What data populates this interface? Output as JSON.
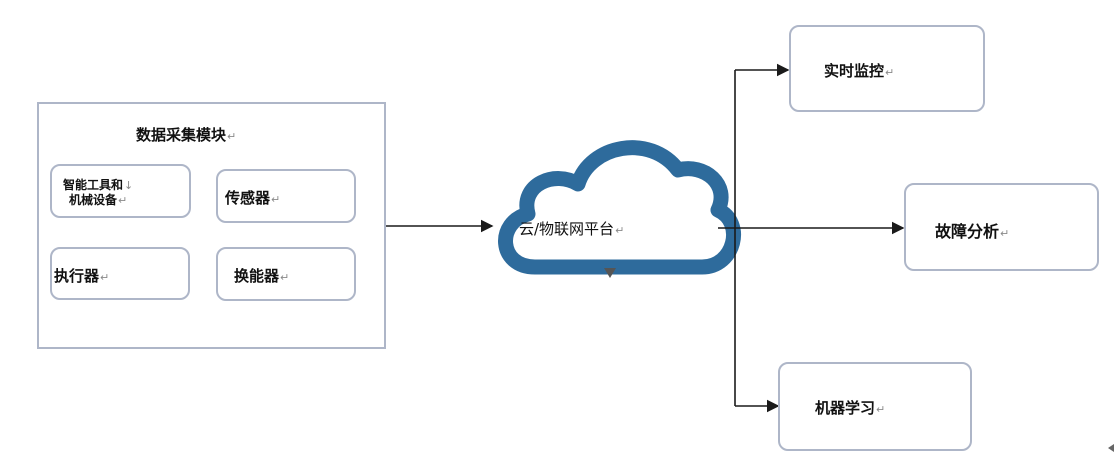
{
  "return_mark": "↵",
  "module": {
    "title": "数据采集模块",
    "items": {
      "tools_line1": "智能工具和",
      "tools_line2": "机械设备",
      "sensor": "传感器",
      "actuator": "执行器",
      "transducer": "换能器"
    }
  },
  "cloud": {
    "label": "云/物联网平台"
  },
  "outputs": {
    "monitoring": "实时监控",
    "fault": "故障分析",
    "ml": "机器学习"
  },
  "colors": {
    "cloud_outline": "#2e6b9c",
    "box_border": "#aeb6c8",
    "arrow": "#1a1a1a"
  }
}
